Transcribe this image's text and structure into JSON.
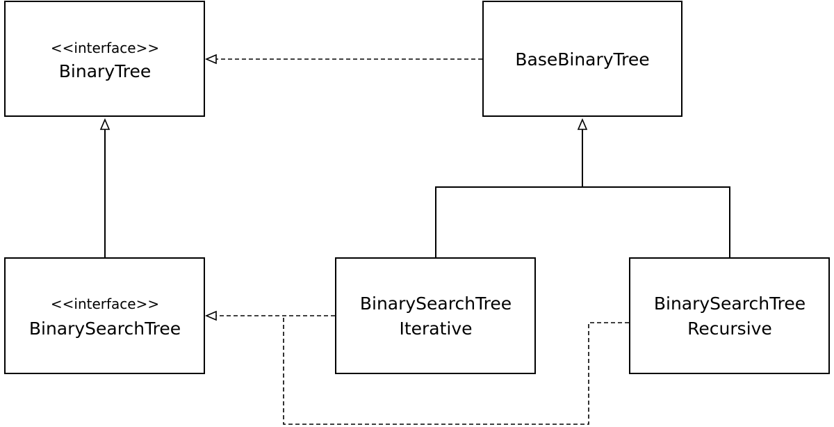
{
  "classes": {
    "binary_tree": {
      "stereotype": "<<interface>>",
      "name": "BinaryTree"
    },
    "base_binary_tree": {
      "name": "BaseBinaryTree"
    },
    "binary_search_tree": {
      "stereotype": "<<interface>>",
      "name": "BinarySearchTree"
    },
    "bst_iterative": {
      "line1": "BinarySearchTree",
      "line2": "Iterative"
    },
    "bst_recursive": {
      "line1": "BinarySearchTree",
      "line2": "Recursive"
    }
  },
  "relations": [
    {
      "from": "BaseBinaryTree",
      "to": "BinaryTree",
      "kind": "realization"
    },
    {
      "from": "BinarySearchTree",
      "to": "BinaryTree",
      "kind": "generalization"
    },
    {
      "from": "BinarySearchTreeIterative",
      "to": "BaseBinaryTree",
      "kind": "generalization"
    },
    {
      "from": "BinarySearchTreeRecursive",
      "to": "BaseBinaryTree",
      "kind": "generalization"
    },
    {
      "from": "BinarySearchTreeIterative",
      "to": "BinarySearchTree",
      "kind": "realization"
    },
    {
      "from": "BinarySearchTreeRecursive",
      "to": "BinarySearchTree",
      "kind": "realization"
    }
  ]
}
